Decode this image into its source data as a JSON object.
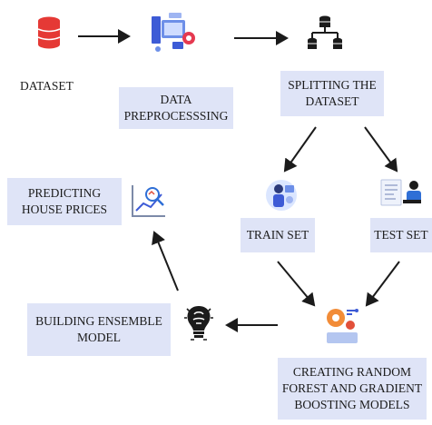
{
  "nodes": {
    "dataset": "DATASET",
    "preprocessing": "DATA\nPREPROCESSSING",
    "splitting": "SPLITTING THE\nDATASET",
    "train": "TRAIN SET",
    "test": "TEST SET",
    "creating": "CREATING RANDOM\nFOREST AND GRADIENT\nBOOSTING MODELS",
    "building": "BUILDING ENSEMBLE\nMODEL",
    "predicting": "PREDICTING\nHOUSE PRICES"
  },
  "icons": {
    "dataset": "database-icon",
    "preprocessing": "data-processing-icon",
    "splitting": "split-tree-icon",
    "train": "train-person-icon",
    "test": "test-person-icon",
    "creating": "ai-model-icon",
    "building": "lightbulb-icon",
    "predicting": "chart-analysis-icon"
  },
  "colors": {
    "box": "#dfe4f7",
    "dataset_icon": "#e53935",
    "arrow": "#1b1b1b"
  }
}
